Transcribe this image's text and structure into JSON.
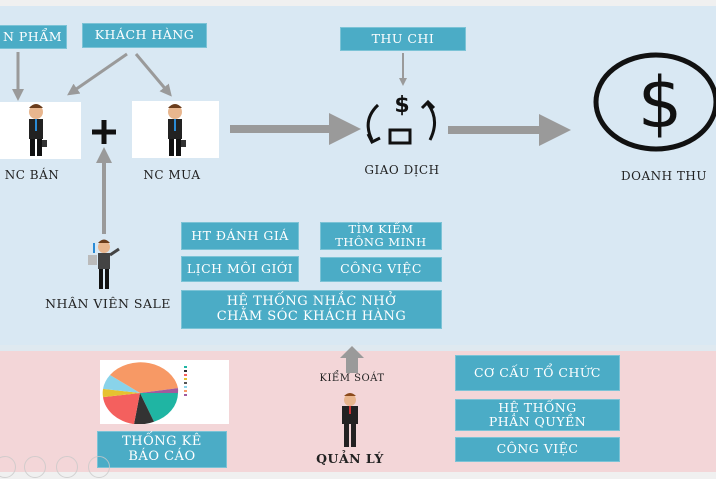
{
  "top": {
    "product_box": "N PHẨM",
    "customer_box": "KHÁCH HÀNG",
    "income_expense_box": "THU CHI",
    "seller_label": "NC BÁN",
    "buyer_label": "NC MUA",
    "transaction_label": "GIAO DỊCH",
    "revenue_label": "DOANH THU",
    "sales_staff_label": "NHÂN VIÊN SALE",
    "features": {
      "rating": "HT ĐÁNH GIÁ",
      "smart_search": "TÌM KIẾM\nTHÔNG MINH",
      "broker_schedule": "LỊCH MÔI GIỚI",
      "tasks": "CÔNG VIỆC",
      "reminder_line1": "HỆ THỐNG NHẮC NHỞ",
      "reminder_line2": "CHĂM SÓC KHÁCH HÀNG"
    }
  },
  "bottom": {
    "report_line1": "THỐNG KÊ",
    "report_line2": "BÁO CÁO",
    "control_label": "KIỂM SOÁT",
    "manager_label": "QUẢN LÝ",
    "org_structure": "CƠ CẤU TỔ CHỨC",
    "permission_line1": "HỆ THỐNG",
    "permission_line2": "PHÂN QUYỀN",
    "tasks": "CÔNG VIỆC"
  },
  "colors": {
    "box": "#4bacc6",
    "top_bg": "#d9e8f3",
    "bottom_bg": "#f3d6d8",
    "arrow": "#9a9a9a"
  },
  "icons": [
    "person-icon",
    "plus-icon",
    "transaction-icon",
    "dollar-circle-icon",
    "pie-chart-image",
    "pen-icon",
    "slides-icon",
    "zoom-icon",
    "more-icon"
  ]
}
